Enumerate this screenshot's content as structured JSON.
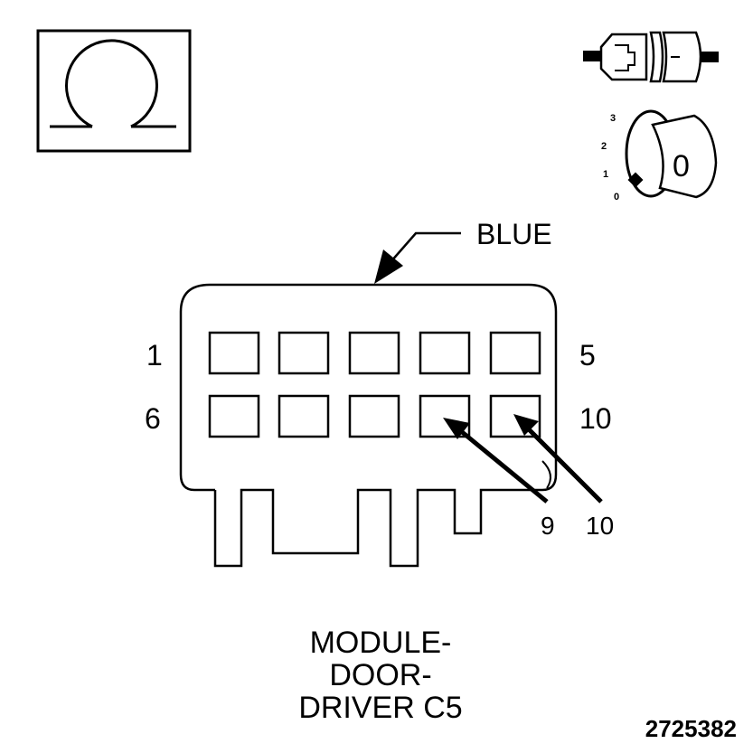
{
  "diagram": {
    "icons": {
      "ohmmeter": "ohm-symbol-icon",
      "connector_state": "disconnected-connector-icon",
      "ignition": "ignition-key-icon"
    },
    "ignition_positions": [
      "3",
      "2",
      "1",
      "0"
    ],
    "ignition_key_label": "0",
    "connector_color": "BLUE",
    "pin_row_labels": {
      "top_left": "1",
      "top_right": "5",
      "bottom_left": "6",
      "bottom_right": "10"
    },
    "callouts": [
      "9",
      "10"
    ],
    "caption_lines": [
      "MODULE-",
      "DOOR-",
      "DRIVER C5"
    ],
    "figure_id": "2725382"
  }
}
